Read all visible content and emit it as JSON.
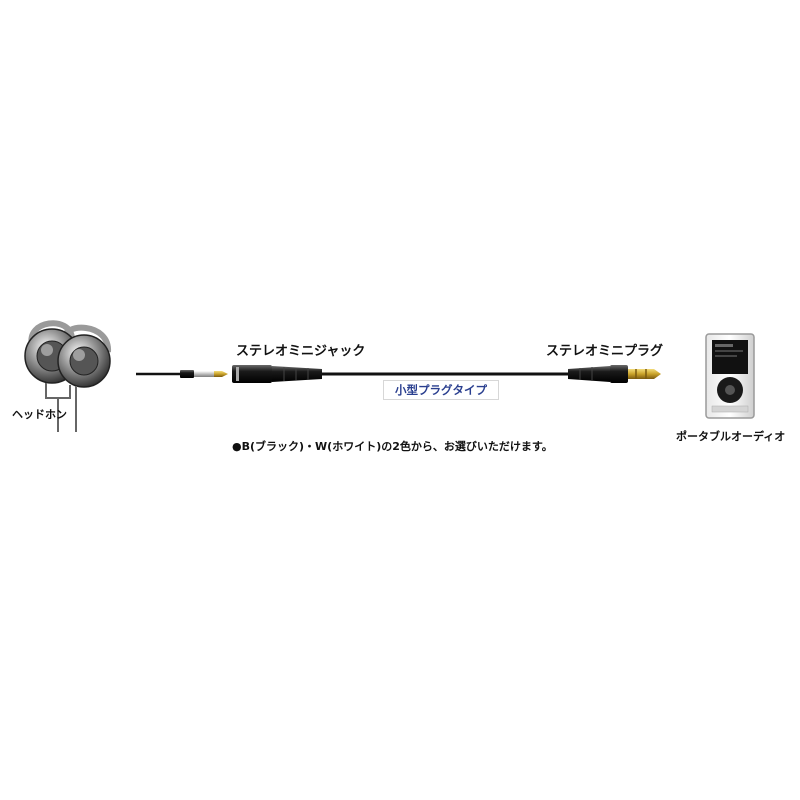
{
  "labels": {
    "headphone": "ヘッドホン",
    "jack": "ステレオミニジャック",
    "plug": "ステレオミニプラグ",
    "portable_audio": "ポータブルオーディオ"
  },
  "badge": {
    "text": "小型プラグタイプ",
    "text_color": "#2a3f8f"
  },
  "note": "●B(ブラック)・W(ホワイト)の2色から、お選びいただけます。",
  "colors": {
    "cable": "#111111",
    "gold": "#c9a22a",
    "silver": "#c8c8c8"
  }
}
